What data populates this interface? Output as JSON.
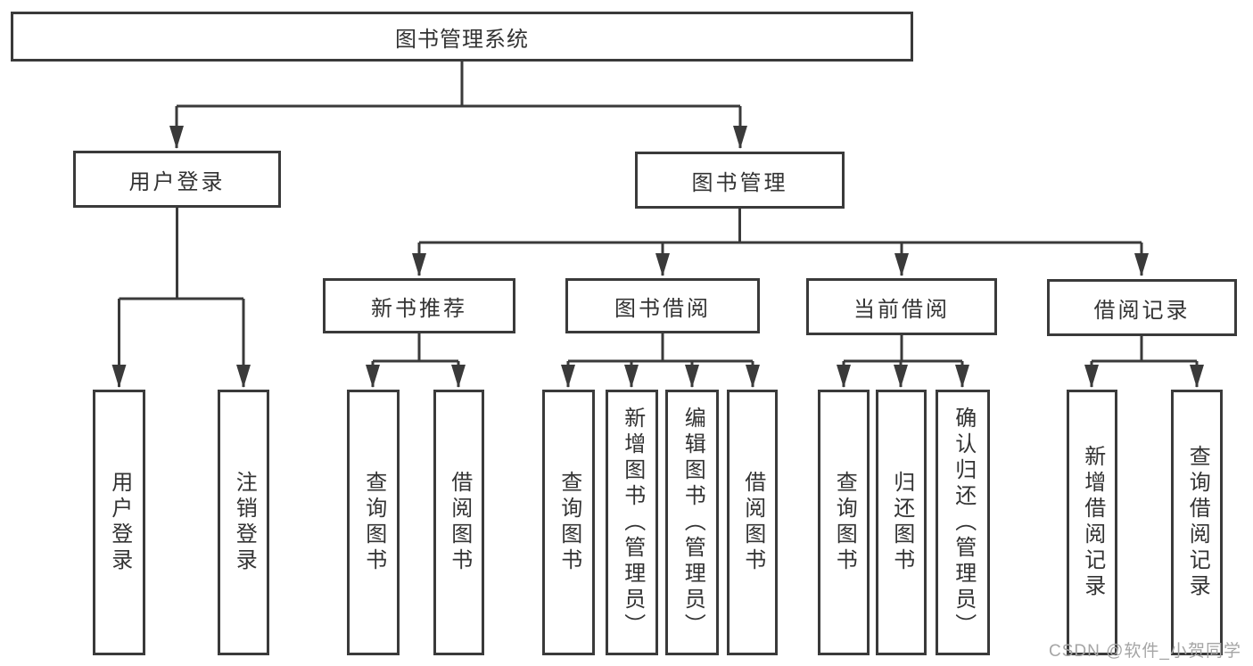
{
  "tree": {
    "label": "图书管理系统",
    "children": [
      {
        "label": "用户登录",
        "children": [
          {
            "label": "用户登录"
          },
          {
            "label": "注销登录"
          }
        ]
      },
      {
        "label": "图书管理",
        "children": [
          {
            "label": "新书推荐",
            "children": [
              {
                "label": "查询图书"
              },
              {
                "label": "借阅图书"
              }
            ]
          },
          {
            "label": "图书借阅",
            "children": [
              {
                "label": "查询图书"
              },
              {
                "label": "新增图书（管理员）"
              },
              {
                "label": "编辑图书（管理员）"
              },
              {
                "label": "借阅图书"
              }
            ]
          },
          {
            "label": "当前借阅",
            "children": [
              {
                "label": "查询图书"
              },
              {
                "label": "归还图书"
              },
              {
                "label": "确认归还（管理员）"
              }
            ]
          },
          {
            "label": "借阅记录",
            "children": [
              {
                "label": "新增借阅记录"
              },
              {
                "label": "查询借阅记录"
              }
            ]
          }
        ]
      }
    ]
  },
  "watermark": "CSDN @软件_小贺同学",
  "colors": {
    "line": "#3a3a3a",
    "text": "#333333",
    "watermark": "#a5a5a5",
    "background": "#ffffff"
  }
}
